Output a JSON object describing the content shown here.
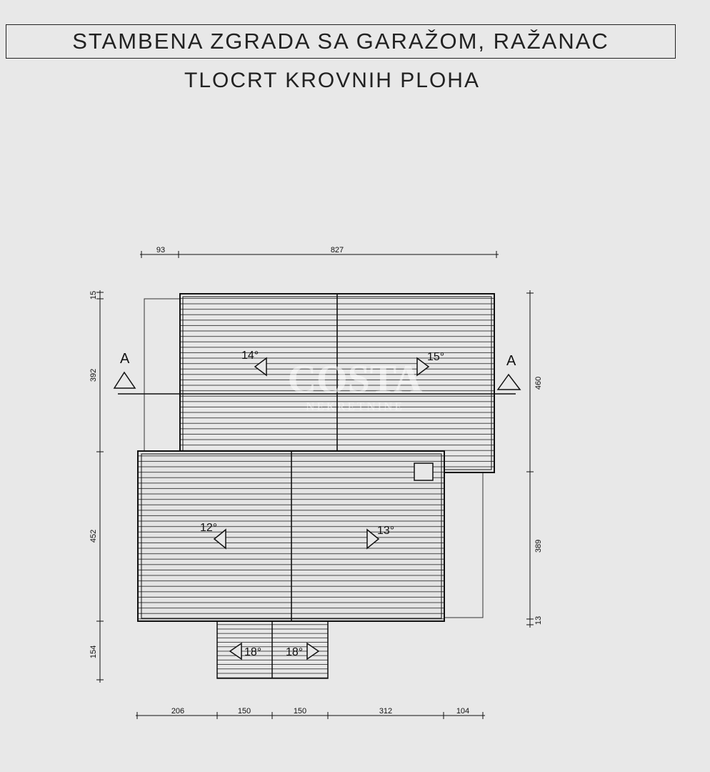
{
  "title": "STAMBENA ZGRADA SA GARAŽOM, RAŽANAC",
  "subtitle": "TLOCRT KROVNIH PLOHA",
  "watermark": {
    "brand": "COSTA",
    "tagline": "NEKRETNINE"
  },
  "section_marks": {
    "left": "A",
    "right": "A"
  },
  "roof_slopes": {
    "upper_left": "14°",
    "upper_right": "15°",
    "lower_left": "12°",
    "lower_right": "13°",
    "porch_left": "18°",
    "porch_right": "18°"
  },
  "dimensions": {
    "top": [
      "93",
      "827"
    ],
    "left": [
      "15",
      "392",
      "452",
      "154"
    ],
    "right": [
      "460",
      "389",
      "13"
    ],
    "bottom": [
      "206",
      "150",
      "150",
      "312",
      "104"
    ]
  },
  "colors": {
    "line": "#111111",
    "paper": "#e8e8e8",
    "roof_fill": "#e4e4e4"
  }
}
